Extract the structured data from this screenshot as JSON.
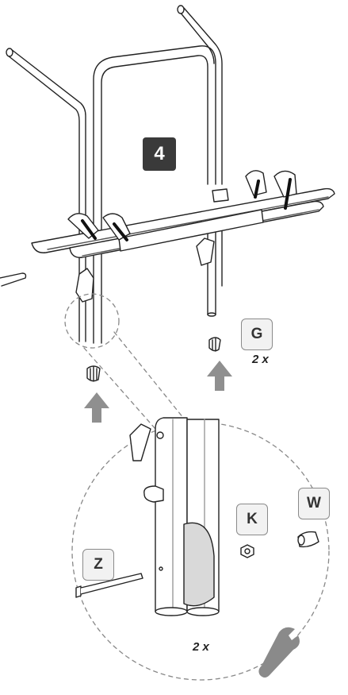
{
  "step": {
    "number": "4"
  },
  "parts": [
    {
      "id": "g",
      "label": "G",
      "quantity": "2 x"
    },
    {
      "id": "k",
      "label": "K"
    },
    {
      "id": "w",
      "label": "W"
    },
    {
      "id": "z",
      "label": "Z"
    }
  ],
  "detail": {
    "quantity": "2 x"
  },
  "icons": [
    "arrow-up-icon",
    "arrow-up-icon",
    "wrench-icon"
  ],
  "colors": {
    "badge": "#3a3a3a",
    "arrow": "#8f8f8f",
    "line": "#222222",
    "label_bg": "#f2f2f2"
  }
}
